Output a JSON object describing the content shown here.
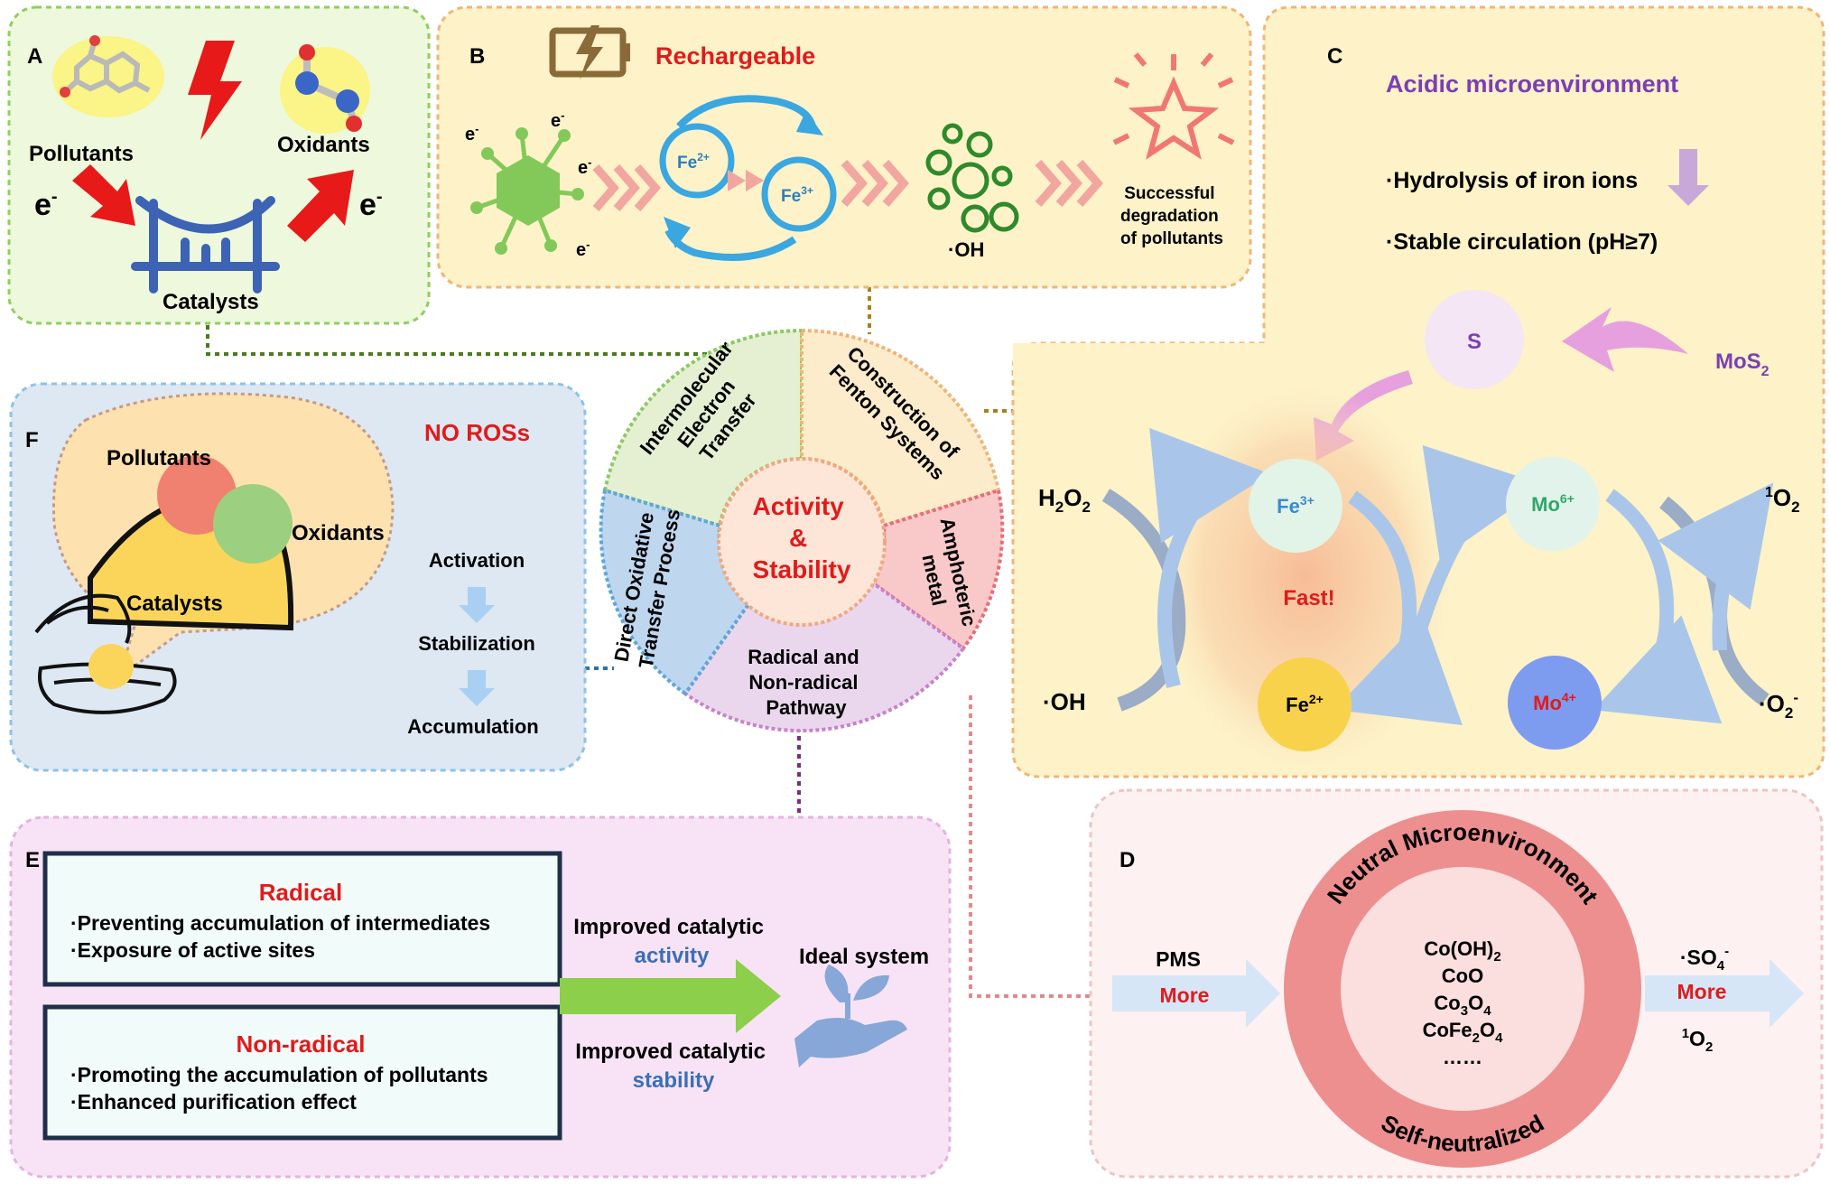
{
  "panel_a": {
    "letter": "A",
    "pollutants": "Pollutants",
    "oxidants": "Oxidants",
    "e_left": "e",
    "e_right": "e",
    "minus": "-",
    "catalysts": "Catalysts"
  },
  "panel_b": {
    "letter": "B",
    "title": "Rechargeable",
    "electron": "e",
    "minus": "-",
    "fe2": "Fe",
    "fe2_sup": "2+",
    "fe3": "Fe",
    "fe3_sup": "3+",
    "oh": "·OH",
    "result_lines": [
      "Successful",
      "degradation",
      "of pollutants"
    ]
  },
  "panel_c": {
    "letter": "C",
    "title": "Acidic microenvironment",
    "bullet1": "·Hydrolysis of iron ions",
    "bullet2": "·Stable circulation  (pH≥7)",
    "s": "S",
    "mos2": "MoS",
    "mos2_sub": "2",
    "h2o2": "H",
    "h2o2_sub1": "2",
    "h2o2_mid": "O",
    "h2o2_sub2": "2",
    "oh": "·OH",
    "fe3": "Fe",
    "fe3_sup": "3+",
    "fe2": "Fe",
    "fe2_sup": "2+",
    "fast": "Fast!",
    "mo6": "Mo",
    "mo6_sup": "6+",
    "mo4": "Mo",
    "mo4_sup": "4+",
    "o2_singlet_sup": "1",
    "o2_singlet": "O",
    "o2_singlet_sub": "2",
    "o2_radical": "·O",
    "o2_radical_sub": "2",
    "o2_radical_sup": "-"
  },
  "panel_d": {
    "letter": "D",
    "pms": "PMS",
    "more_left": "More",
    "ring_top": "Neutral Microenvironment",
    "ring_bottom": "Self-neutralized",
    "compounds": [
      {
        "base": "Co(OH)",
        "sub": "2",
        "rest": ""
      },
      {
        "base": "CoO",
        "sub": "",
        "rest": ""
      },
      {
        "base": "Co",
        "sub": "3",
        "rest": "O",
        "sub2": "4"
      },
      {
        "base": "CoFe",
        "sub": "2",
        "rest": "O",
        "sub2": "4"
      },
      {
        "base": "……",
        "sub": "",
        "rest": ""
      }
    ],
    "so4": "·SO",
    "so4_sub": "4",
    "so4_sup": "-",
    "more_right": "More",
    "o2_sup": "1",
    "o2": "O",
    "o2_sub": "2"
  },
  "panel_e": {
    "letter": "E",
    "radical_title": "Radical",
    "radical_items": [
      "·Preventing accumulation of intermediates",
      "·Exposure of active sites"
    ],
    "nonradical_title": "Non-radical",
    "nonradical_items": [
      "·Promoting the accumulation of pollutants",
      "·Enhanced purification effect"
    ],
    "improved_activity_1": "Improved catalytic",
    "improved_activity_2": "activity",
    "improved_stability_1": "Improved catalytic",
    "improved_stability_2": "stability",
    "ideal": "Ideal system"
  },
  "panel_f": {
    "letter": "F",
    "title": "NO ROSs",
    "pollutants": "Pollutants",
    "oxidants": "Oxidants",
    "catalysts": "Catalysts",
    "steps": [
      "Activation",
      "Stabilization",
      "Accumulation"
    ]
  },
  "wheel": {
    "center": [
      "Activity",
      "&",
      "Stability"
    ],
    "intermolecular": [
      "Intermolecular",
      "Electron",
      "Transfer"
    ],
    "fenton": [
      "Construction of",
      "Fenton Systems"
    ],
    "amphoteric": [
      "Amphoteric",
      "metal"
    ],
    "radical": [
      "Radical and",
      "Non-radical",
      "Pathway"
    ],
    "direct": [
      "Direct Oxidative",
      "Transfer Process"
    ]
  },
  "colors": {
    "red": "#e01b1b",
    "purple": "#7b3fb4",
    "blue_text": "#3a6fb8",
    "green_panel": "#eef8dc",
    "yellow_panel": "#fdf2c8",
    "blue_panel": "#dde8f3",
    "pink_panel": "#f8e3f6",
    "rose_panel": "#fdf1f1"
  },
  "icons": [
    "battery-bolt-icon",
    "lightning-icon",
    "bridge-icon",
    "virus-icon",
    "star-burst-icon",
    "pearl-shell-icon",
    "plant-hand-icon",
    "pollutant-molecule-icon",
    "oxidant-molecule-icon"
  ]
}
